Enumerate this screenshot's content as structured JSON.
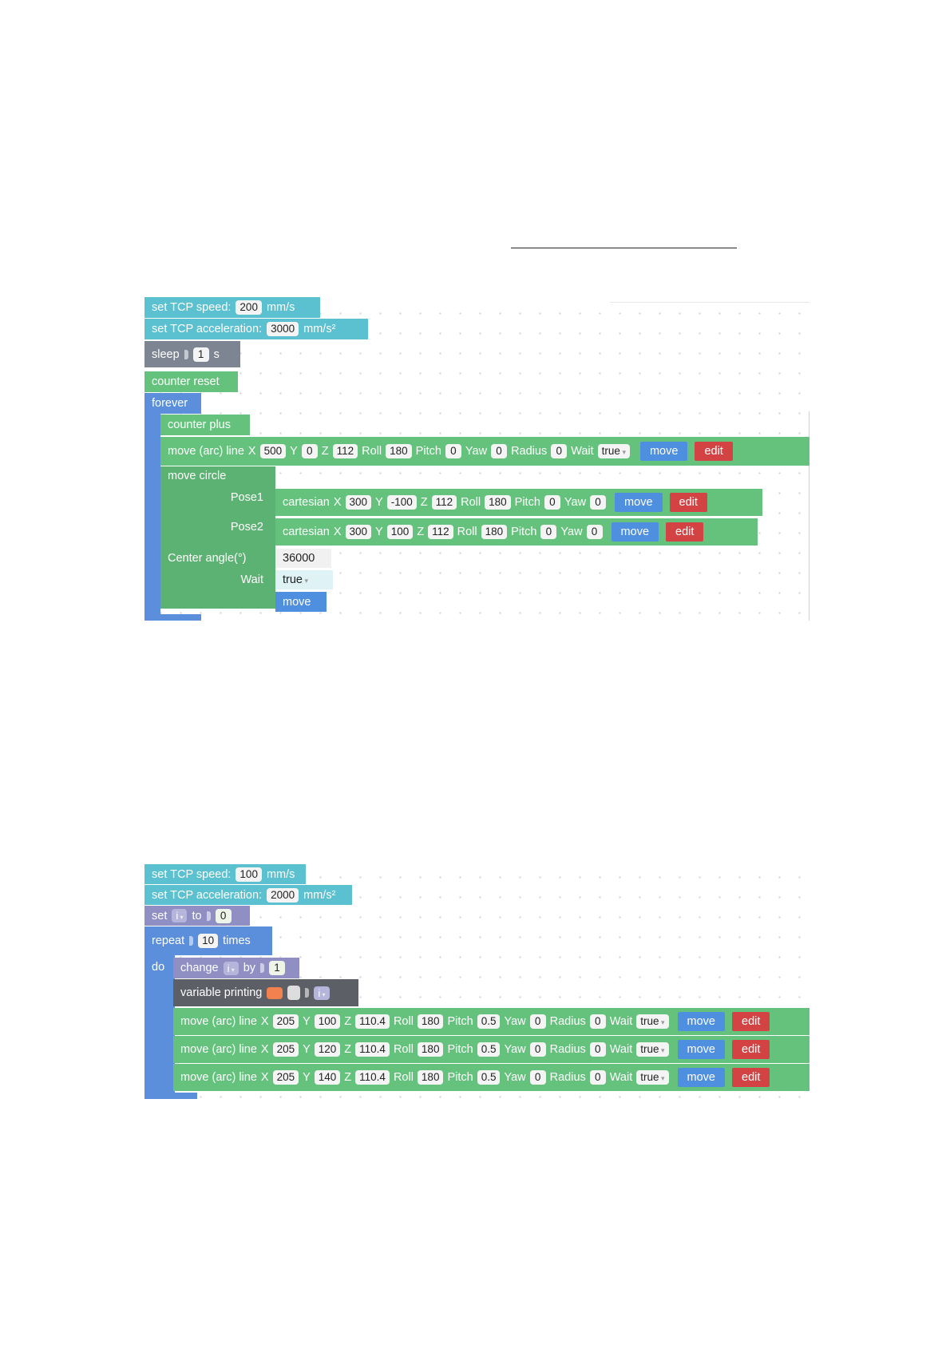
{
  "program1": {
    "set_speed": {
      "label": "set TCP speed:",
      "value": "200",
      "unit": "mm/s"
    },
    "set_accel": {
      "label": "set TCP acceleration:",
      "value": "3000",
      "unit": "mm/s²"
    },
    "sleep": {
      "label": "sleep",
      "value": "1",
      "unit": "s"
    },
    "counter_reset": "counter reset",
    "forever": "forever",
    "counter_plus": "counter plus",
    "arc_line": {
      "label": "move (arc) line",
      "x_label": "X",
      "x": "500",
      "y_label": "Y",
      "y": "0",
      "z_label": "Z",
      "z": "112",
      "roll_label": "Roll",
      "roll": "180",
      "pitch_label": "Pitch",
      "pitch": "0",
      "yaw_label": "Yaw",
      "yaw": "0",
      "radius_label": "Radius",
      "radius": "0",
      "wait_label": "Wait",
      "wait": "true",
      "move": "move",
      "edit": "edit"
    },
    "move_circle": {
      "label": "move circle",
      "pose1_label": "Pose1",
      "pose2_label": "Pose2",
      "pose1": {
        "label": "cartesian",
        "x_label": "X",
        "x": "300",
        "y_label": "Y",
        "y": "-100",
        "z_label": "Z",
        "z": "112",
        "roll_label": "Roll",
        "roll": "180",
        "pitch_label": "Pitch",
        "pitch": "0",
        "yaw_label": "Yaw",
        "yaw": "0",
        "move": "move",
        "edit": "edit"
      },
      "pose2": {
        "label": "cartesian",
        "x_label": "X",
        "x": "300",
        "y_label": "Y",
        "y": "100",
        "z_label": "Z",
        "z": "112",
        "roll_label": "Roll",
        "roll": "180",
        "pitch_label": "Pitch",
        "pitch": "0",
        "yaw_label": "Yaw",
        "yaw": "0",
        "move": "move",
        "edit": "edit"
      },
      "center_angle_label": "Center angle(°)",
      "center_angle": "36000",
      "wait_label": "Wait",
      "wait": "true",
      "move": "move"
    }
  },
  "program2": {
    "set_speed": {
      "label": "set TCP speed:",
      "value": "100",
      "unit": "mm/s"
    },
    "set_accel": {
      "label": "set TCP acceleration:",
      "value": "2000",
      "unit": "mm/s²"
    },
    "set_var": {
      "label": "set",
      "var": "i",
      "to": "to",
      "value": "0"
    },
    "repeat": {
      "label": "repeat",
      "value": "10",
      "unit": "times",
      "do": "do"
    },
    "change": {
      "label": "change",
      "var": "i",
      "by": "by",
      "value": "1"
    },
    "var_print": {
      "label": "variable printing",
      "var": "i",
      "color": "#f2814f"
    },
    "arc_lines": [
      {
        "label": "move (arc) line",
        "x_label": "X",
        "x": "205",
        "y_label": "Y",
        "y": "100",
        "z_label": "Z",
        "z": "110.4",
        "roll_label": "Roll",
        "roll": "180",
        "pitch_label": "Pitch",
        "pitch": "0.5",
        "yaw_label": "Yaw",
        "yaw": "0",
        "radius_label": "Radius",
        "radius": "0",
        "wait_label": "Wait",
        "wait": "true",
        "move": "move",
        "edit": "edit"
      },
      {
        "label": "move (arc) line",
        "x_label": "X",
        "x": "205",
        "y_label": "Y",
        "y": "120",
        "z_label": "Z",
        "z": "110.4",
        "roll_label": "Roll",
        "roll": "180",
        "pitch_label": "Pitch",
        "pitch": "0.5",
        "yaw_label": "Yaw",
        "yaw": "0",
        "radius_label": "Radius",
        "radius": "0",
        "wait_label": "Wait",
        "wait": "true",
        "move": "move",
        "edit": "edit"
      },
      {
        "label": "move (arc) line",
        "x_label": "X",
        "x": "205",
        "y_label": "Y",
        "y": "140",
        "z_label": "Z",
        "z": "110.4",
        "roll_label": "Roll",
        "roll": "180",
        "pitch_label": "Pitch",
        "pitch": "0.5",
        "yaw_label": "Yaw",
        "yaw": "0",
        "radius_label": "Radius",
        "radius": "0",
        "wait_label": "Wait",
        "wait": "true",
        "move": "move",
        "edit": "edit"
      }
    ]
  },
  "colors": {
    "teal": "#5bc0cf",
    "green": "#64c27d",
    "blue": "#5b8fdc",
    "grey": "#7e8592",
    "red": "#d44343",
    "purple": "#8f8fc4"
  }
}
